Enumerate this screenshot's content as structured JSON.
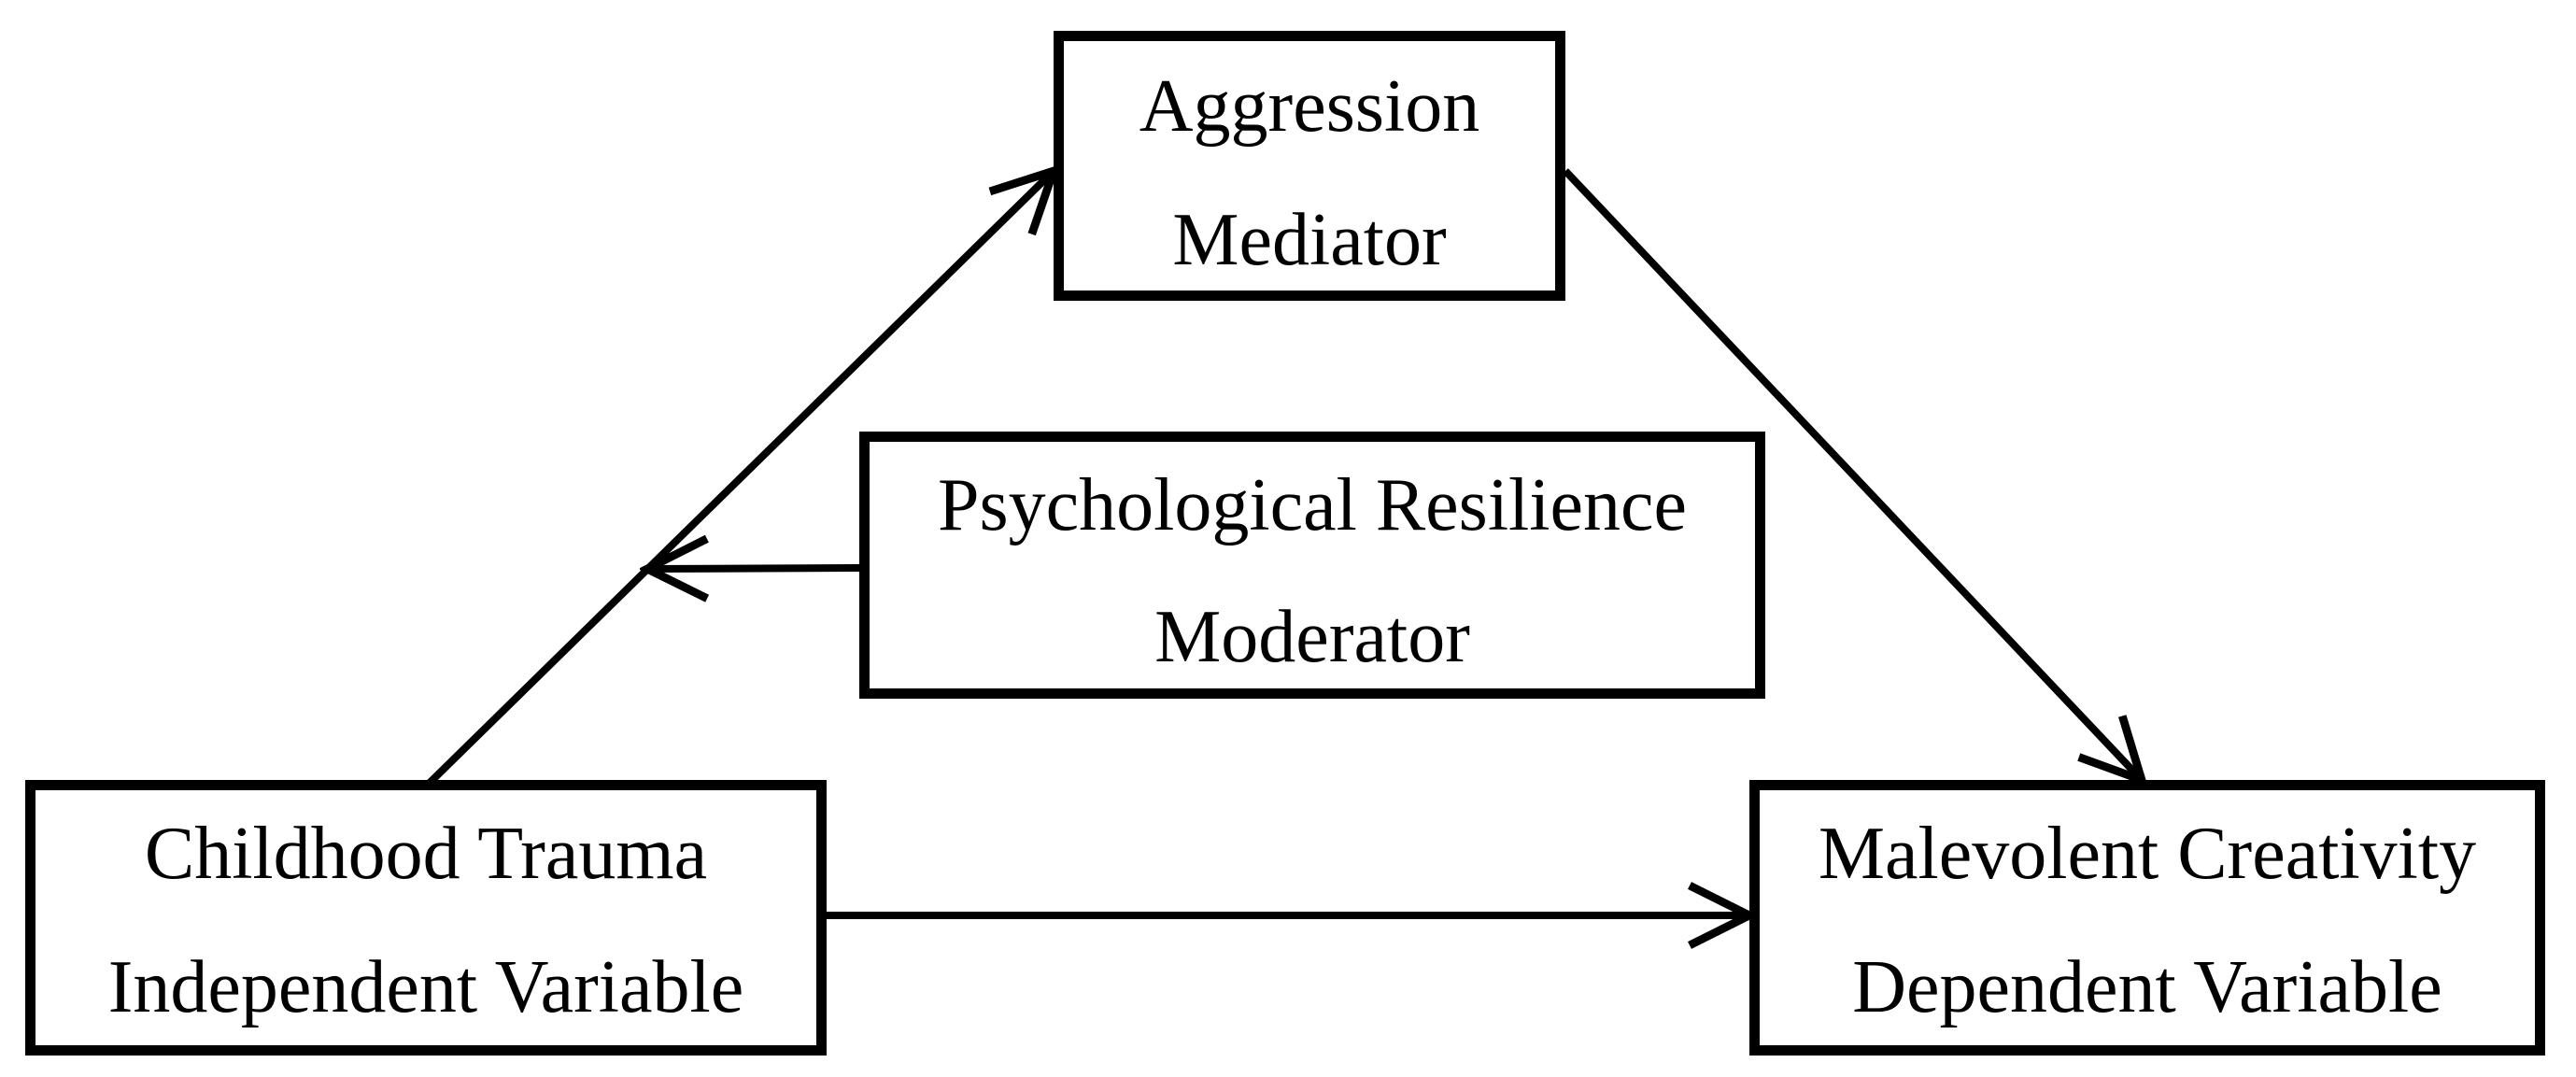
{
  "figure": {
    "type": "path-model-diagram",
    "colors": {
      "background": "#ffffff",
      "box_fill": "#ffffff",
      "box_border": "#000000",
      "line": "#000000",
      "text": "#000000"
    },
    "nodes": {
      "mediator": {
        "label": "Aggression",
        "role": "Mediator"
      },
      "moderator": {
        "label": "Psychological Resilience",
        "role": "Moderator"
      },
      "independent_variable": {
        "label": "Childhood Trauma",
        "role": "Independent Variable"
      },
      "dependent_variable": {
        "label": "Malevolent Creativity",
        "role": "Dependent Variable"
      }
    },
    "edges": [
      {
        "name": "iv-to-mediator",
        "from": "Childhood Trauma",
        "to": "Aggression",
        "head": "open-arrow"
      },
      {
        "name": "mediator-to-dv",
        "from": "Aggression",
        "to": "Malevolent Creativity",
        "head": "open-arrow"
      },
      {
        "name": "iv-to-dv",
        "from": "Childhood Trauma",
        "to": "Malevolent Creativity",
        "head": "open-arrow"
      },
      {
        "name": "moderation-of-iv-mediator-path",
        "from": "Psychological Resilience",
        "to": "iv-to-mediator path",
        "head": "open-arrow"
      }
    ]
  }
}
